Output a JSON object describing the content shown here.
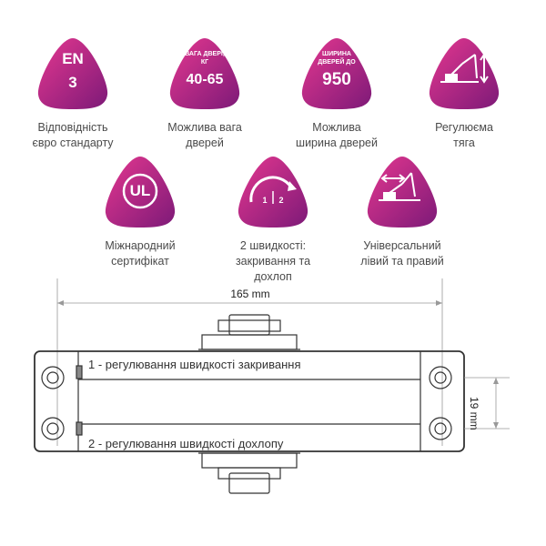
{
  "features": [
    {
      "badge_lines": [
        "EN",
        "3"
      ],
      "caption": [
        "Відповідність",
        "євро стандарту"
      ]
    },
    {
      "badge_lines": [
        "ВАГА ДВЕРІ,",
        "КГ",
        "40-65"
      ],
      "caption": [
        "Можлива вага",
        "дверей"
      ]
    },
    {
      "badge_lines": [
        "ШИРИНА",
        "ДВЕРЕЙ ДО",
        "950"
      ],
      "caption": [
        "Можлива",
        "ширина дверей"
      ]
    },
    {
      "icon": "arm-adjust-icon",
      "caption": [
        "Регулюєма",
        "тяга"
      ]
    },
    {
      "icon": "ul-cert-icon",
      "badge_lines": [
        "UL"
      ],
      "caption": [
        "Міжнародний",
        "сертифікат"
      ]
    },
    {
      "icon": "speed-gauge-icon",
      "badge_lines": [
        "1",
        "2"
      ],
      "caption": [
        "2 швидкості:",
        "закривання та",
        "дохлоп"
      ]
    },
    {
      "icon": "universal-arm-icon",
      "caption": [
        "Універсальний",
        "лівий та правий"
      ]
    }
  ],
  "diagram": {
    "width_label": "165 mm",
    "height_label": "19 mm",
    "label_1": "1 - регулювання швидкості закривання",
    "label_2": "2 - регулювання швидкості дохлопу"
  },
  "colors": {
    "badge_dark": "#8a1a74",
    "badge_light": "#e0338f"
  }
}
